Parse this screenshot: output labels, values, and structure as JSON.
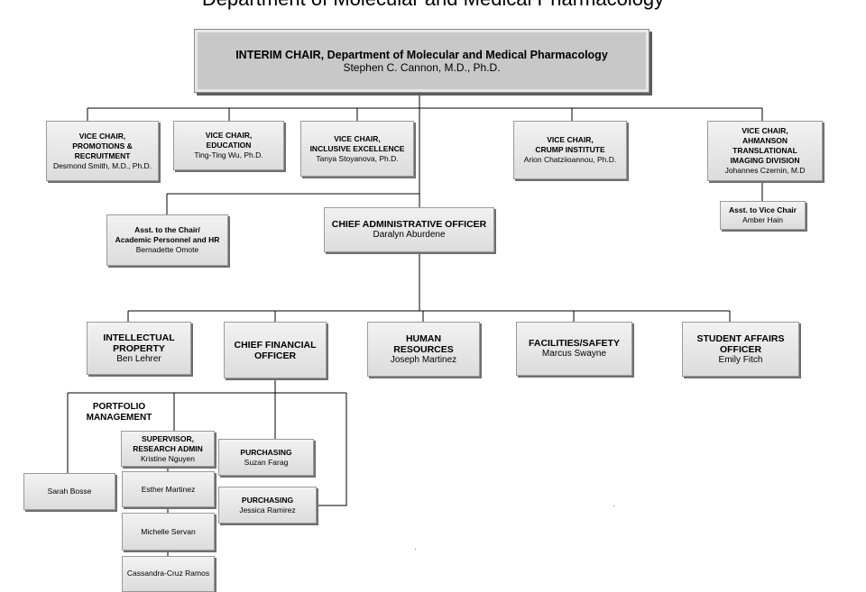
{
  "title": "Department of Molecular and Medical Pharmacology",
  "chair": {
    "title": "INTERIM CHAIR,  Department of Molecular and Medical Pharmacology",
    "name": "Stephen C. Cannon, M.D., Ph.D."
  },
  "vice_chairs": [
    {
      "title": "VICE CHAIR,\nPROMOTIONS &\nRECRUITMENT",
      "name": "Desmond Smith, M.D., Ph.D."
    },
    {
      "title": "VICE CHAIR,\nEDUCATION",
      "name": "Ting-Ting  Wu, Ph.D."
    },
    {
      "title": "VICE CHAIR,\nINCLUSIVE EXCELLENCE",
      "name": "Tanya Stoyanova, Ph.D."
    },
    {
      "title": "VICE CHAIR,\nCRUMP INSTITUTE",
      "name": "Arion Chatziioannou,  Ph.D."
    },
    {
      "title": "VICE CHAIR,\nAHMANSON\nTRANSLATIONAL\nIMAGING  DIVISION",
      "name": "Johannes Czernin, M.D"
    }
  ],
  "asst_vice_chair": {
    "title": "Asst.  to Vice Chair",
    "name": "Amber Hain"
  },
  "asst_chair": {
    "title": "Asst.  to the Chair/\nAcademic  Personnel and HR",
    "name": "Bernadette Omote"
  },
  "cao": {
    "title": "CHIEF  ADMINISTRATIVE OFFICER",
    "name": "Daralyn Aburdene"
  },
  "departments": [
    {
      "title": "INTELLECTUAL\nPROPERTY",
      "name": "Ben Lehrer"
    },
    {
      "title": "CHIEF FINANCIAL\nOFFICER",
      "name": ""
    },
    {
      "title": "HUMAN\nRESOURCES",
      "name": "Joseph Martinez"
    },
    {
      "title": "FACILITIES/SAFETY",
      "name": "Marcus Swayne"
    },
    {
      "title": "STUDENT  AFFAIRS\nOFFICER",
      "name": "Emily Fitch"
    }
  ],
  "portfolio_label": "PORTFOLIO\nMANAGEMENT",
  "supervisor": {
    "title": "SUPERVISOR,\nRESEARCH ADMIN",
    "name": "Kristine Nguyen"
  },
  "staff": [
    "Sarah Bosse",
    "Esther Martinez",
    "Michelle Servan",
    "Cassandra-Cruz Ramos"
  ],
  "purchasing": [
    {
      "title": "PURCHASING",
      "name": "Suzan Farag"
    },
    {
      "title": "PURCHASING",
      "name": "Jessica Ramirez"
    }
  ]
}
